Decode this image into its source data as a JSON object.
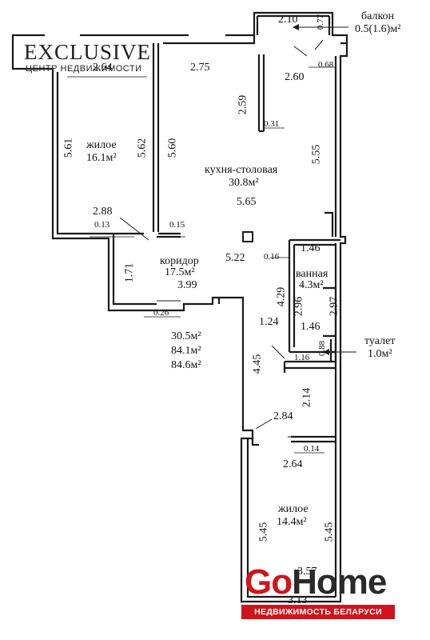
{
  "watermark_top": {
    "name": "EXCLUSIVE",
    "tagline": "ЦЕНТР НЕДВИЖИМОСТИ"
  },
  "watermark_bottom": {
    "go": "Go",
    "home": "Home",
    "tagline": "НЕДВИЖИМОСТЬ БЕЛАРУСИ",
    "brand_color": "#d0141c"
  },
  "rooms": {
    "bedroom_left": {
      "name": "жилое",
      "area": "16.1м²"
    },
    "kitchen": {
      "name": "кухня-столовая",
      "area": "30.8м²",
      "dim": "5.65"
    },
    "corridor": {
      "name": "коридор",
      "area": "17.5м²",
      "dim": "3.99"
    },
    "bathroom": {
      "name": "ванная",
      "area": "4.3м²"
    },
    "toilet": {
      "name": "туалет",
      "area": "1.0м²"
    },
    "bedroom_bottom": {
      "name": "жилое",
      "area": "14.4м²"
    },
    "balcony": {
      "name": "балкон",
      "area": "0.5(1.6)м²"
    }
  },
  "totals": [
    "30.5м²",
    "84.1м²",
    "84.6м²"
  ],
  "dims": {
    "balcony_w": "2.10",
    "balcony_d": "0.77",
    "top_left": "2.64",
    "top_mid": "2.75",
    "kitchen_r1": "2.60",
    "kitchen_r2": "0.68",
    "kitchen_wall": "2.59",
    "kitchen_wall_t": "0.31",
    "left_5_61": "5.61",
    "left_5_62": "5.62",
    "left_5_60": "5.60",
    "kitchen_5_55": "5.55",
    "d_2_88": "2.88",
    "d_0_13": "0.13",
    "d_0_15": "0.15",
    "d_5_22": "5.22",
    "d_0_16": "0.16",
    "bath_1_46a": "1.46",
    "bath_4_29": "4.29",
    "bath_2_96": "2.96",
    "bath_2_97": "2.97",
    "bath_1_46b": "1.46",
    "d_1_71": "1.71",
    "d_0_26": "0.26",
    "d_1_24": "1.24",
    "d_4_45": "4.45",
    "toilet_0_88": "0.88",
    "toilet_1_16": "1.16",
    "d_2_14": "2.14",
    "d_2_84": "2.84",
    "d_0_14": "0.14",
    "d_2_64": "2.64",
    "d_5_45a": "5.45",
    "d_5_45b": "5.45",
    "d_3_57": "3.57",
    "d_3_13": "3.13"
  }
}
